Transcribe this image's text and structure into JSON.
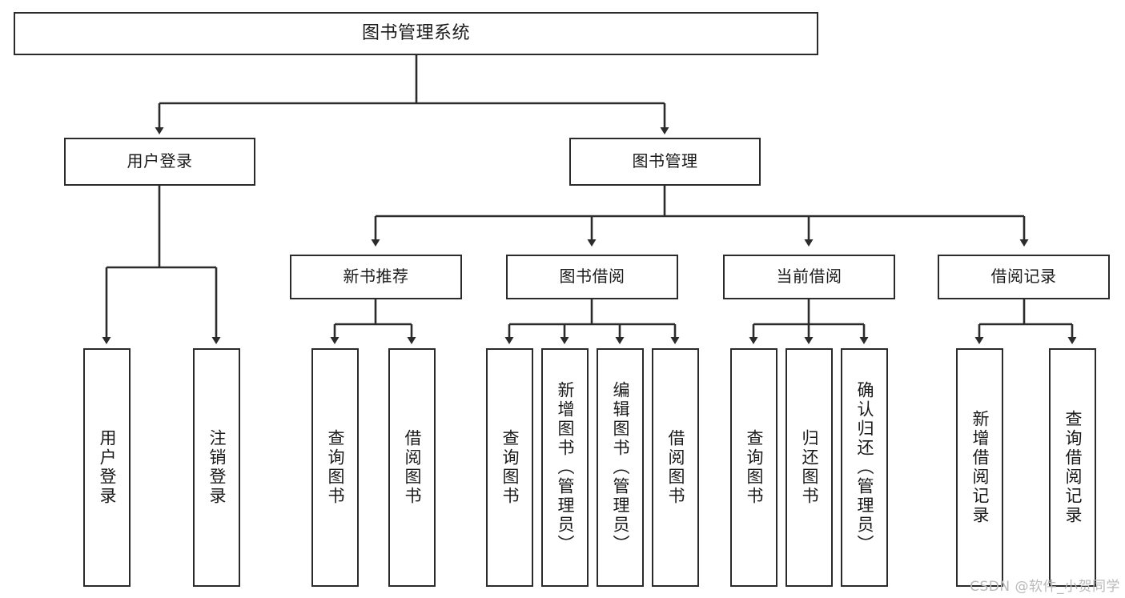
{
  "diagram": {
    "type": "tree",
    "title": "图书管理系统",
    "watermark": "CSDN @软件_小贺同学",
    "colors": {
      "box_border": "#2b2b2b",
      "box_fill": "#ffffff",
      "connector": "#2b2b2b",
      "text": "#1a1a1a",
      "watermark": "#b9b9b9",
      "background": "#ffffff"
    },
    "root": {
      "label": "图书管理系统"
    },
    "level1": [
      {
        "label": "用户登录"
      },
      {
        "label": "图书管理"
      }
    ],
    "level2": [
      {
        "label": "新书推荐"
      },
      {
        "label": "图书借阅"
      },
      {
        "label": "当前借阅"
      },
      {
        "label": "借阅记录"
      }
    ],
    "leaves_user_login": [
      {
        "label": "用户登录"
      },
      {
        "label": "注销登录"
      }
    ],
    "leaves_new_book": [
      {
        "label": "查询图书"
      },
      {
        "label": "借阅图书"
      }
    ],
    "leaves_borrow": [
      {
        "label": "查询图书"
      },
      {
        "label": "新增图书（管理员）"
      },
      {
        "label": "编辑图书（管理员）"
      },
      {
        "label": "借阅图书"
      }
    ],
    "leaves_current": [
      {
        "label": "查询图书"
      },
      {
        "label": "归还图书"
      },
      {
        "label": "确认归还（管理员）"
      }
    ],
    "leaves_records": [
      {
        "label": "新增借阅记录"
      },
      {
        "label": "查询借阅记录"
      }
    ]
  }
}
